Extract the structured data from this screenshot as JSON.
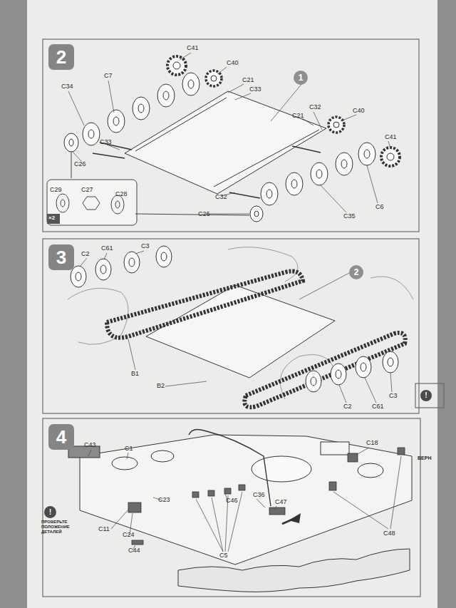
{
  "diagram": {
    "nodes": [
      {
        "text": [
          "2"
        ]
      },
      {
        "text": [
          "1"
        ]
      },
      {
        "text": [
          "3"
        ]
      },
      {
        "text": [
          "2"
        ]
      },
      {
        "text": [
          "4"
        ]
      },
      {
        "text": [
          "!"
        ]
      },
      {
        "text": [
          "!"
        ]
      }
    ],
    "labels": [
      "C41",
      "C40",
      "C7",
      "C34",
      "C21",
      "C33",
      "C21",
      "C32",
      "C40",
      "C41",
      "C33",
      "C26",
      "C29",
      "C27",
      "C28",
      "×2",
      "C32",
      "C26",
      "C35",
      "C6",
      "C2",
      "C61",
      "C3",
      "B1",
      "B2",
      "C2",
      "C61",
      "C3",
      "C43",
      "C1",
      "C18",
      "C23",
      "C46",
      "C36",
      "C47",
      "C11",
      "C24",
      "C44",
      "C5",
      "C48",
      "ПРОВЕРЬТЕ ПОЛОЖЕНИЕ ДЕТАЛЕЙ",
      "ВЕРН"
    ]
  }
}
